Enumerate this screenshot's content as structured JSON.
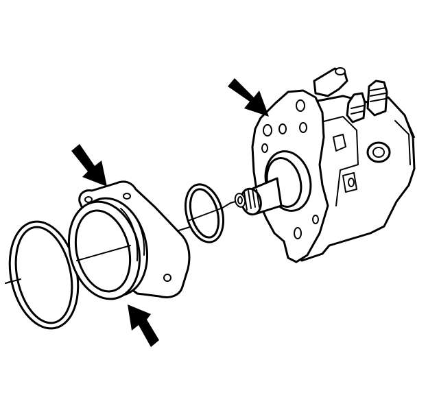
{
  "diagram": {
    "parts": [
      {
        "name": "outer-o-ring",
        "icon": "o-ring"
      },
      {
        "name": "pump-adapter-flange",
        "icon": "flange"
      },
      {
        "name": "shaft-o-ring",
        "icon": "o-ring"
      },
      {
        "name": "fuel-injection-pump",
        "icon": "high-pressure-pump"
      }
    ],
    "arrows": [
      {
        "name": "arrow-pump-mounting-face",
        "direction": "down-right"
      },
      {
        "name": "arrow-flange-top",
        "direction": "down-right"
      },
      {
        "name": "arrow-flange-bottom",
        "direction": "up-left"
      }
    ],
    "colors": {
      "line": "#000000",
      "background": "#ffffff"
    }
  }
}
